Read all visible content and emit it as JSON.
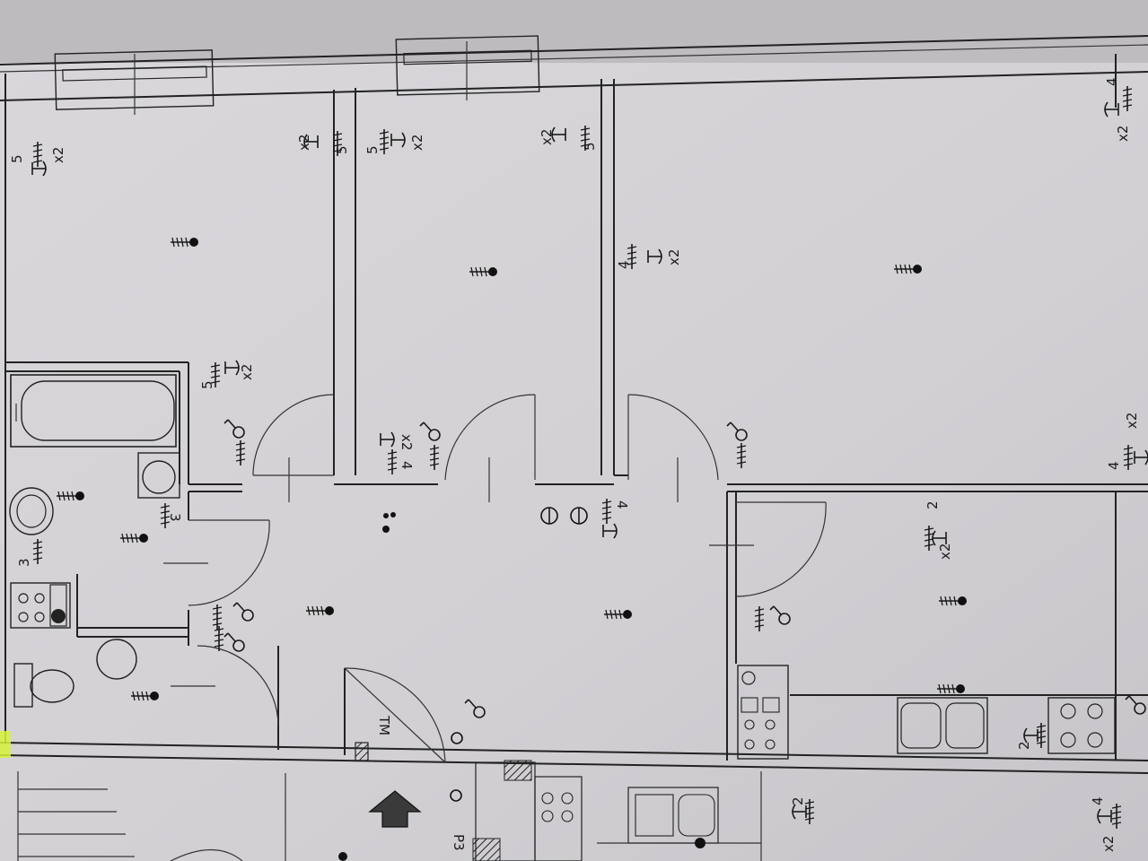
{
  "labels": {
    "tm": "TM",
    "p3": "P3",
    "x2": "x2",
    "n5": "5",
    "n4": "4",
    "n3": "3",
    "n2": "2"
  },
  "colors": {
    "paper": "#d4d2d5",
    "paper_shadow": "#bfbcc0",
    "ink": "#1c1c1f",
    "highlight": "#d8f23a"
  },
  "symbols": [
    "socket-icon",
    "light-point-icon",
    "switch-icon",
    "tv-socket-icon",
    "bell-icon",
    "meter-icon",
    "bathtub-icon",
    "sink-icon",
    "toilet-icon",
    "stove-icon",
    "entry-arrow-icon"
  ]
}
